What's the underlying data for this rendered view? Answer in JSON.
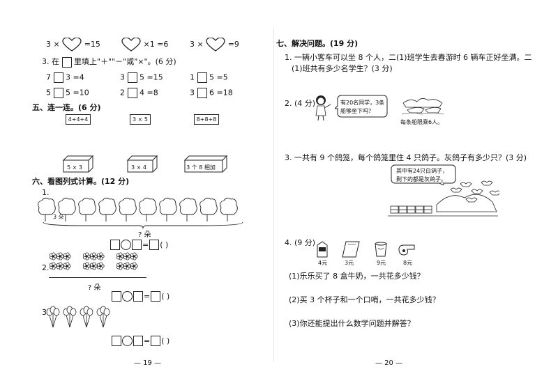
{
  "left": {
    "heart_row": [
      {
        "prefix": "3 ×",
        "suffix": "=15"
      },
      {
        "prefix": "",
        "suffix": "×1 =6"
      },
      {
        "prefix": "3 ×",
        "suffix": "=9"
      }
    ],
    "q3_title": "3. 在",
    "q3_title_rest": "里填上\"＋\"\"－\"或\"×\"。(6 分)",
    "q3_rows": [
      [
        {
          "a": "7",
          "b": "3 =4"
        },
        {
          "a": "3",
          "b": "5 =15"
        },
        {
          "a": "1",
          "b": "5 =5"
        }
      ],
      [
        {
          "a": "5",
          "b": "5 =10"
        },
        {
          "a": "2",
          "b": "4 =8"
        },
        {
          "a": "3",
          "b": "6 =18"
        }
      ]
    ],
    "section5_title": "五、连一连。(6 分)",
    "top_boxes": [
      "4+4+4",
      "3 × 5",
      "8+8+8"
    ],
    "cube_labels": [
      "5 × 3",
      "3 × 4",
      "3 个 8 相加"
    ],
    "section6_title": "六、看图列式计算。(12 分)",
    "p1_label": "1.",
    "p1_tree_note": "3 朵",
    "p1_question": "? 朵",
    "paren": "(      )",
    "p2_label": "2.",
    "p2_question": "? 朵",
    "p3_label": "3.",
    "page_no": "— 19 —"
  },
  "right": {
    "section7_title": "七、解决问题。(19 分)",
    "q1_line1": "1. 一辆小客车可以坐 8 个人，二(1)班学生去春游时 6 辆车正好坐满。二",
    "q1_line2": "(1)班共有多少名学生？(3 分)",
    "q2_label": "2. (4 分)",
    "q2_bubble_line1": "有20名同学，3条",
    "q2_bubble_line2": "船够坐下吗？",
    "q2_note": "每条船限乘6人。",
    "q3_text": "3. 一共有 9 个鸽笼，每个鸽笼里住 4 只鸽子。灰鸽子有多少只？(3 分)",
    "q3_bubble_line1": "其中有24只白鸽子，",
    "q3_bubble_line2": "剩下的都是灰鸽子。",
    "q4_label": "4. (9 分)",
    "items": [
      {
        "name": "牛奶",
        "price": "4元"
      },
      {
        "name": "作业本",
        "price": "3元"
      },
      {
        "name": "杯子",
        "price": "9元"
      },
      {
        "name": "口哨",
        "price": "8元"
      }
    ],
    "sub1": "(1)乐乐买了 8 盒牛奶，一共花多少钱？",
    "sub2": "(2)买 3 个杯子和一个口哨，一共花多少钱？",
    "sub3": "(3)你还能提出什么数学问题并解答？",
    "page_no": "— 20 —"
  }
}
